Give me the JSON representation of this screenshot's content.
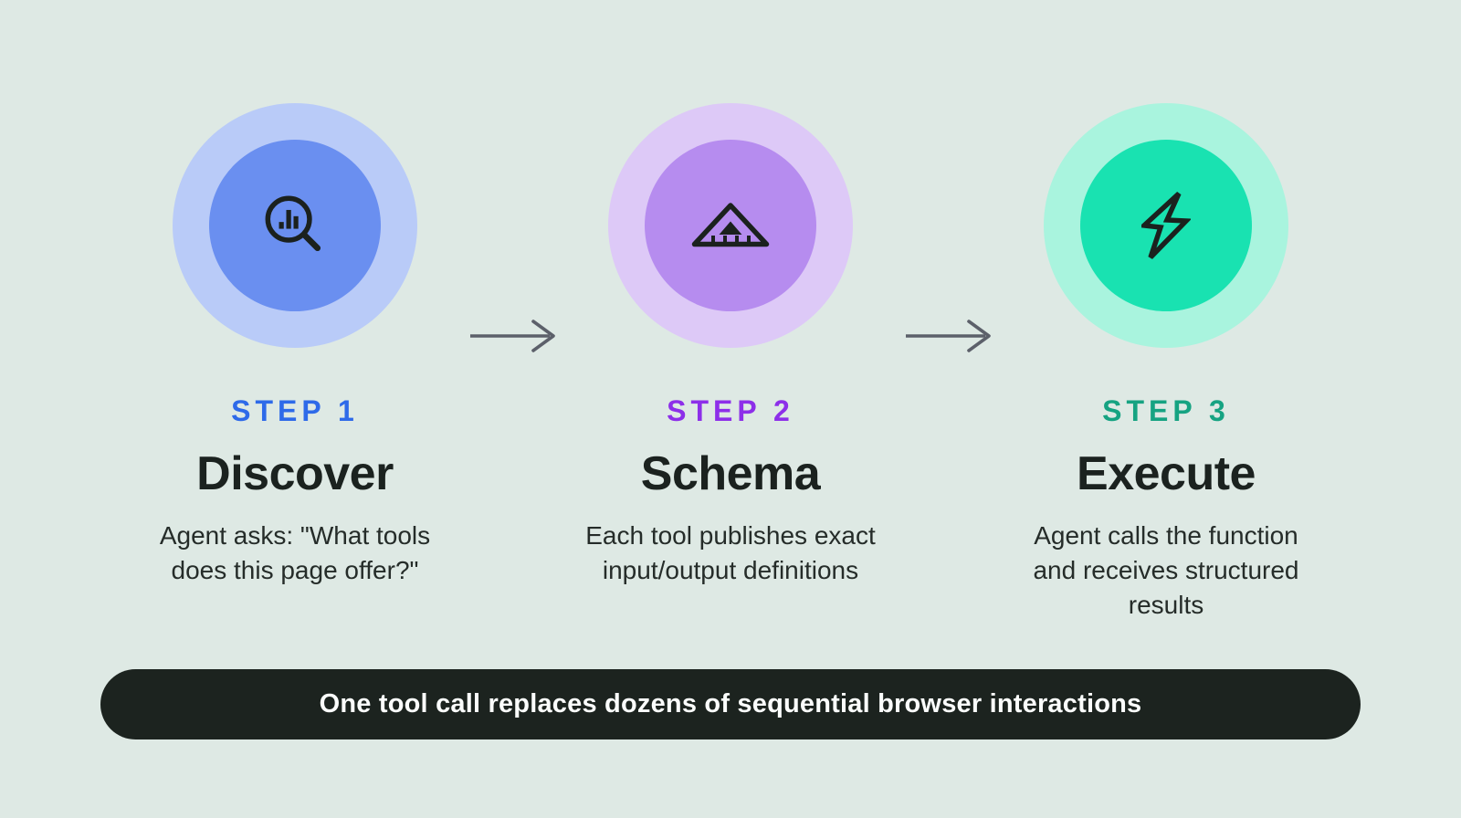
{
  "background_color": "#dee9e4",
  "arrow_color": "#5c606a",
  "icon_color": "#1b211e",
  "steps": [
    {
      "step_label": "STEP 1",
      "title": "Discover",
      "description": "Agent asks: \"What tools\ndoes this page offer?\"",
      "icon": "search-bar-chart-icon",
      "accent_color": "#2e6ae9",
      "circle_outer_color": "#b9cbf8",
      "circle_inner_color": "#6a8ff0"
    },
    {
      "step_label": "STEP 2",
      "title": "Schema",
      "description": "Each tool publishes exact\ninput/output definitions",
      "icon": "triangle-ruler-icon",
      "accent_color": "#8d2fe9",
      "circle_outer_color": "#ddc9f7",
      "circle_inner_color": "#b68cef"
    },
    {
      "step_label": "STEP 3",
      "title": "Execute",
      "description": "Agent calls the function\nand receives structured\nresults",
      "icon": "lightning-bolt-icon",
      "accent_color": "#16a382",
      "circle_outer_color": "#a9f4de",
      "circle_inner_color": "#19e2b1"
    }
  ],
  "banner": {
    "text": "One tool call replaces dozens of sequential browser interactions",
    "background_color": "#1c231f",
    "text_color": "#fbfdfc"
  }
}
